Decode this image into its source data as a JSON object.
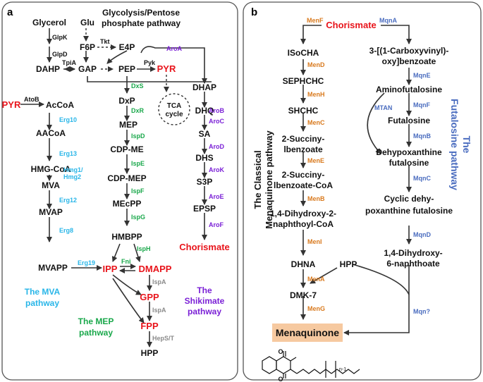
{
  "panel_a": {
    "label": "a",
    "header_right": [
      "Glycolysis/Pentose",
      "phosphate pathway"
    ],
    "metabolites": {
      "glycerol": "Glycerol",
      "glu": "Glu",
      "f6p": "F6P",
      "e4p": "E4P",
      "dahp": "DAHP",
      "gap": "GAP",
      "pep": "PEP",
      "pyr": "PYR",
      "pyr_left": "PYR",
      "acetylcoa": "AcCoA",
      "aacoa": "AACoA",
      "hmgcoa": "HMG-CoA",
      "mva": "MVA",
      "mvap": "MVAP",
      "mvapp": "MVAPP",
      "dxp": "DxP",
      "mep": "MEP",
      "cdpme": "CDP-ME",
      "cdpmep": "CDP-MEP",
      "mecpp": "MEcPP",
      "hmbpp": "HMBPP",
      "ipp": "IPP",
      "dmapp": "DMAPP",
      "gpp": "GPP",
      "fpp": "FPP",
      "hpp": "HPP",
      "dhap": "DHAP",
      "dhq": "DHQ",
      "sa": "SA",
      "dhs": "DHS",
      "s3p": "S3P",
      "epsp": "EPSP",
      "chorismate": "Chorismate",
      "tca": [
        "TCA",
        "cycle"
      ]
    },
    "enzymes": {
      "glpk": "GlpK",
      "glpd": "GlpD",
      "tkt": "Tkt",
      "tpia": "TpiA",
      "pyk": "Pyk",
      "aroa": "AroA",
      "atob": "AtoB",
      "erg10": "Erg10",
      "erg13": "Erg13",
      "hmg": [
        "Hmg1/",
        "Hmg2"
      ],
      "erg12": "Erg12",
      "erg8": "Erg8",
      "erg19": "Erg19",
      "dxs": "DxS",
      "dxr": "DxR",
      "ispd": "IspD",
      "ispe": "IspE",
      "ispf": "IspF",
      "ispg": "IspG",
      "isph": "IspH",
      "fni": "Fni",
      "ispa1": "IspA",
      "ispa2": "IspA",
      "heps": "HepS/T",
      "arob": "AroB",
      "aroc": "AroC",
      "arod": "AroD",
      "arok": "AroK",
      "aroe": "AroE",
      "arof": "AroF"
    },
    "pathway_labels": {
      "mva": [
        "The MVA",
        "pathway"
      ],
      "mep": [
        "The MEP",
        "pathway"
      ],
      "shikimate": [
        "The",
        "Shikimate",
        "pathway"
      ]
    }
  },
  "panel_b": {
    "label": "b",
    "metabolites": {
      "chorismate": "Chorismate",
      "isocha": "ISoCHA",
      "sephchc": "SEPHCHC",
      "shchc": "SHCHC",
      "osb": [
        "2-Succiny-",
        "lbenzoate"
      ],
      "osbcoa": [
        "2-Succiny-",
        "lbenzoate-CoA"
      ],
      "dhna_coa": [
        "1,4-Dihydroxy-2-",
        "naphthoyl-CoA"
      ],
      "dhna": "DHNA",
      "hpp": "HPP",
      "dmk7": "DMK-7",
      "menaquinone": "Menaquinone",
      "cvob": [
        "3-[(1-Carboxyvinyl)-",
        "oxy]benzoate"
      ],
      "aminofutalosine": "Aminofutalosine",
      "futalosine": "Futalosine",
      "dhfl": [
        "Dehypoxanthine",
        "futalosine"
      ],
      "cdhfl": [
        "Cyclic dehy-",
        "poxanthine futalosine"
      ],
      "dhn": [
        "1,4-Dihydroxy-",
        "6-naphthoate"
      ]
    },
    "enzymes": {
      "menf": "MenF",
      "mend": "MenD",
      "menh": "MenH",
      "menc": "MenC",
      "mene": "MenE",
      "menb": "MenB",
      "meni": "MenI",
      "mena": "MenA",
      "meng": "MenG",
      "mqna": "MqnA",
      "mqne": "MqnE",
      "mtan": "MTAN",
      "mqnf": "MqnF",
      "mqnb": "MqnB",
      "mqnc": "MqnC",
      "mqnd": "MqnD",
      "mqn": "Mqn?"
    },
    "pathway_labels": {
      "classical": [
        "The Classical",
        "Menaquinone pathway"
      ],
      "futalosine": [
        "The",
        "Futalosine pathway"
      ]
    },
    "structure_label": "n-1"
  },
  "colors": {
    "metabolite": "#111111",
    "highlight": "#e8141b",
    "mva": "#29b6e8",
    "mep": "#1aa84b",
    "shikimate": "#7a1fd6",
    "gray": "#8a8a8a",
    "classical_enzyme": "#d97a1e",
    "futalosine": "#4a6cbf",
    "menaquinone_box": "#f6c9a0"
  }
}
